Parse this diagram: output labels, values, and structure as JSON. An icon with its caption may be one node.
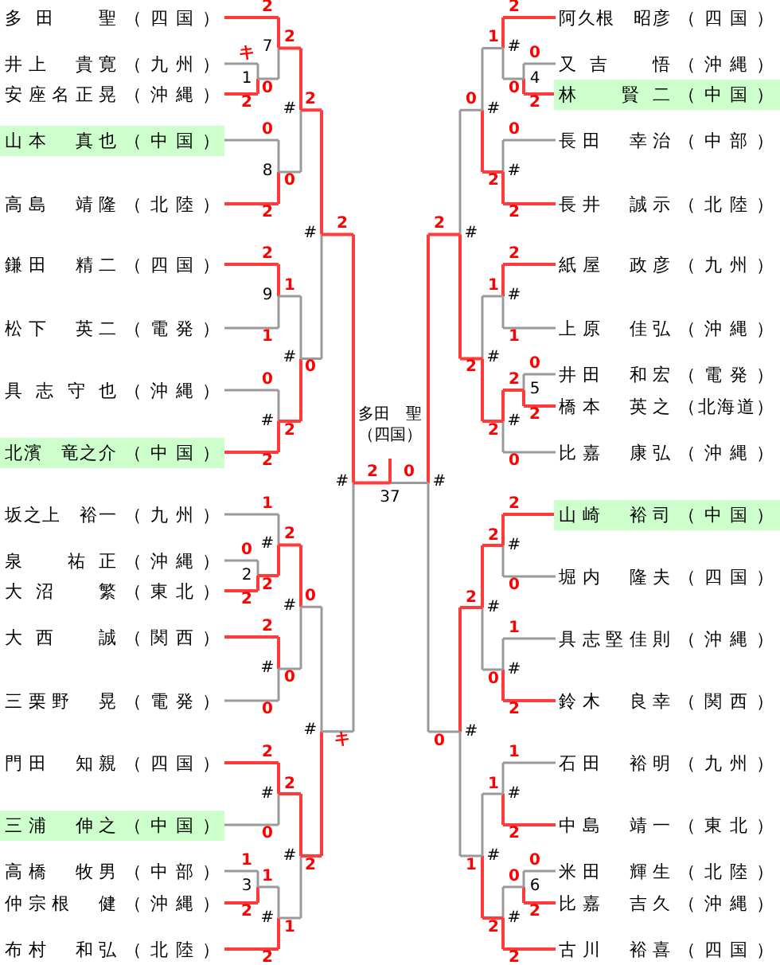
{
  "diagram": {
    "nodes": [
      {
        "text": [
          "多田　聖",
          "（四国）"
        ]
      },
      {
        "text": [
          "井上　貴寛",
          "（九州）"
        ]
      },
      {
        "text": [
          "安座名正晃",
          "（沖縄）"
        ]
      },
      {
        "text": [
          "山本　真也",
          "（中国）"
        ]
      },
      {
        "text": [
          "高島　靖隆",
          "（北陸）"
        ]
      },
      {
        "text": [
          "鎌田　精二",
          "（四国）"
        ]
      },
      {
        "text": [
          "松下　英二",
          "（電発）"
        ]
      },
      {
        "text": [
          "具志守也",
          "（沖縄）"
        ]
      },
      {
        "text": [
          "北濱　竜之介",
          "（中国）"
        ]
      },
      {
        "text": [
          "坂之上　裕一",
          "（九州）"
        ]
      },
      {
        "text": [
          "泉　祐正",
          "（沖縄）"
        ]
      },
      {
        "text": [
          "大沼　繁",
          "（東北）"
        ]
      },
      {
        "text": [
          "大西　誠",
          "（関西）"
        ]
      },
      {
        "text": [
          "三栗野　晃",
          "（電発）"
        ]
      },
      {
        "text": [
          "門田　知親",
          "（四国）"
        ]
      },
      {
        "text": [
          "三浦　伸之",
          "（中国）"
        ]
      },
      {
        "text": [
          "高橋　牧男",
          "（中部）"
        ]
      },
      {
        "text": [
          "仲宗根　健",
          "（沖縄）"
        ]
      },
      {
        "text": [
          "布村　和弘",
          "（北陸）"
        ]
      },
      {
        "text": [
          "阿久根　昭彦",
          "（四国）"
        ]
      },
      {
        "text": [
          "又吉　悟",
          "（沖縄）"
        ]
      },
      {
        "text": [
          "林　賢二",
          "（中国）"
        ]
      },
      {
        "text": [
          "長田　幸治",
          "（中部）"
        ]
      },
      {
        "text": [
          "長井　誠示",
          "（北陸）"
        ]
      },
      {
        "text": [
          "紙屋　政彦",
          "（九州）"
        ]
      },
      {
        "text": [
          "上原　佳弘",
          "（沖縄）"
        ]
      },
      {
        "text": [
          "井田　和宏",
          "（電発）"
        ]
      },
      {
        "text": [
          "橋本　英之",
          "（北海道）"
        ]
      },
      {
        "text": [
          "比嘉　康弘",
          "（沖縄）"
        ]
      },
      {
        "text": [
          "山崎　裕司",
          "（中国）"
        ]
      },
      {
        "text": [
          "堀内　隆夫",
          "（四国）"
        ]
      },
      {
        "text": [
          "具志堅佳則",
          "（沖縄）"
        ]
      },
      {
        "text": [
          "鈴木　良幸",
          "（関西）"
        ]
      },
      {
        "text": [
          "石田　裕明",
          "（九州）"
        ]
      },
      {
        "text": [
          "中島　靖一",
          "（東北）"
        ]
      },
      {
        "text": [
          "米田　輝生",
          "（北陸）"
        ]
      },
      {
        "text": [
          "比嘉　吉久",
          "（沖縄）"
        ]
      },
      {
        "text": [
          "古川　裕喜",
          "（四国）"
        ]
      },
      {
        "text": [
          "多田　聖",
          "（四国）"
        ]
      }
    ],
    "labels": [
      "キ",
      "1",
      "2",
      "2",
      "7",
      "0",
      "0",
      "8",
      "2",
      "2",
      "#",
      "0",
      "2",
      "9",
      "1",
      "0",
      "#",
      "2",
      "1",
      "#",
      "2",
      "2",
      "#",
      "0",
      "0",
      "2",
      "2",
      "1",
      "#",
      "2",
      "2",
      "#",
      "0",
      "2",
      "#",
      "0",
      "2",
      "#",
      "0",
      "1",
      "3",
      "2",
      "1",
      "#",
      "2",
      "2",
      "#",
      "1",
      "0",
      "#",
      "2",
      "2",
      "#",
      "キ",
      "0",
      "4",
      "2",
      "2",
      "#",
      "0",
      "0",
      "#",
      "2",
      "1",
      "#",
      "2",
      "2",
      "#",
      "1",
      "0",
      "5",
      "2",
      "2",
      "#",
      "0",
      "1",
      "#",
      "2",
      "0",
      "#",
      "2",
      "2",
      "#",
      "0",
      "1",
      "#",
      "2",
      "2",
      "#",
      "0",
      "1",
      "#",
      "2",
      "0",
      "6",
      "2",
      "0",
      "#",
      "2",
      "1",
      "#",
      "2",
      "2",
      "#",
      "1",
      "2",
      "#",
      "0",
      "2",
      "0",
      "37"
    ]
  }
}
